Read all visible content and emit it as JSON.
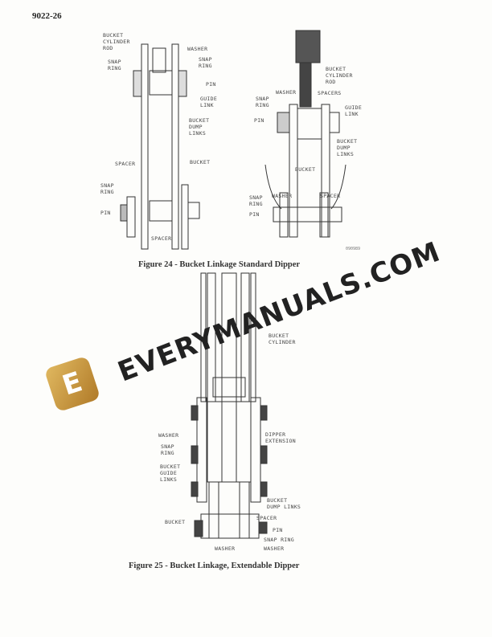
{
  "header": {
    "page_number": "9022-26"
  },
  "figure24": {
    "caption": "Figure 24 - Bucket Linkage Standard Dipper",
    "code": "090989",
    "left_labels": {
      "bucket_cylinder_rod": "BUCKET\nCYLINDER\nROD",
      "washer": "WASHER",
      "snap_ring_top": "SNAP\nRING",
      "snap_ring_right": "SNAP\nRING",
      "pin_top": "PIN",
      "guide_link": "GUIDE\nLINK",
      "bucket_dump_links": "BUCKET\nDUMP\nLINKS",
      "spacer_top": "SPACER",
      "bucket": "BUCKET",
      "snap_ring_bottom": "SNAP\nRING",
      "pin_bottom": "PIN",
      "spacer_bottom": "SPACER"
    },
    "right_labels": {
      "bucket_cylinder_rod": "BUCKET\nCYLINDER\nROD",
      "washer": "WASHER",
      "spacers": "SPACERS",
      "snap_ring": "SNAP\nRING",
      "guide_link": "GUIDE\nLINK",
      "pin_top": "PIN",
      "bucket_dump_links": "BUCKET\nDUMP\nLINKS",
      "bucket": "BUCKET",
      "snap_ring_bottom": "SNAP\nRING",
      "washer_bottom": "WASHER",
      "spacer": "SPACER",
      "pin_bottom": "PIN"
    }
  },
  "figure25": {
    "caption": "Figure 25 - Bucket Linkage, Extendable Dipper",
    "labels": {
      "bucket_cylinder": "BUCKET\nCYLINDER",
      "washer": "WASHER",
      "snap_ring": "SNAP\nRING",
      "dipper_extension": "DIPPER\nEXTENSION",
      "bucket_guide_links": "BUCKET\nGUIDE\nLINKS",
      "bucket_dump_links": "BUCKET\nDUMP LINKS",
      "bucket": "BUCKET",
      "spacer": "SPACER",
      "pin": "PIN",
      "snap_ring_right": "SNAP RING",
      "washer_bottom_left": "WASHER",
      "washer_bottom_right": "WASHER"
    }
  },
  "watermark": {
    "text": "EVERYMANUALS.COM",
    "logo_letter": "E"
  }
}
